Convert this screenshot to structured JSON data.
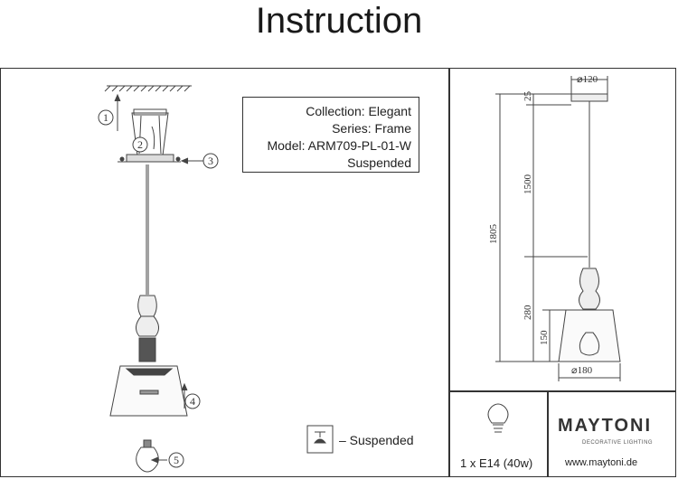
{
  "title": "Instruction",
  "info": {
    "collection": "Collection: Elegant",
    "series": "Series: Frame",
    "model": "Model: ARM709-PL-01-W",
    "type": "Suspended"
  },
  "steps": [
    "1",
    "2",
    "3",
    "4",
    "5"
  ],
  "legend": {
    "suspended": "– Suspended"
  },
  "dimensions": {
    "canopy_diameter": "⌀120",
    "canopy_height": "25",
    "cable_length": "1500",
    "total_height": "1805",
    "body_height": "280",
    "shade_height": "150",
    "shade_diameter": "⌀180"
  },
  "bulb": {
    "spec": "1 x E14 (40w)"
  },
  "brand": {
    "name": "MAYTONI",
    "tagline": "DECORATIVE LIGHTING",
    "website": "www.maytoni.de"
  }
}
